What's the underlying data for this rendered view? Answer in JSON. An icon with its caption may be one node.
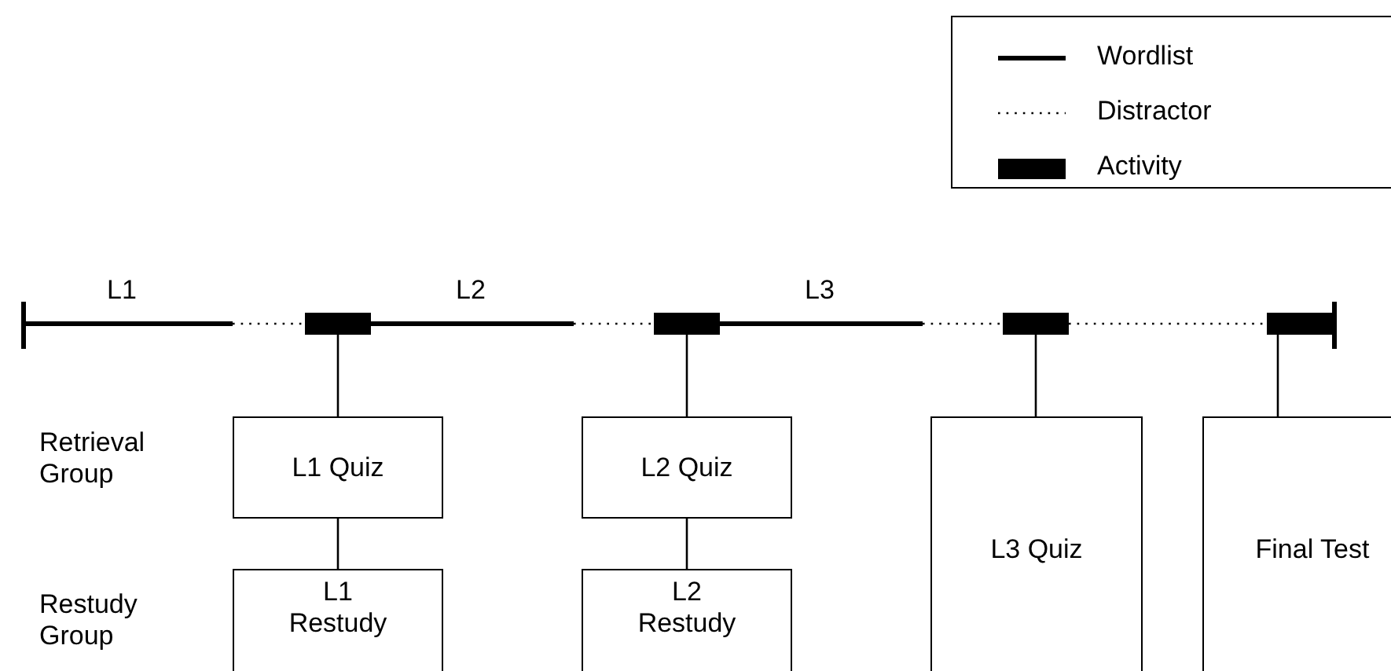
{
  "diagram": {
    "nodes": [
      {
        "text": [],
        "shape": "bar"
      },
      {
        "text": [],
        "shape": "bar"
      },
      {
        "text": [],
        "shape": "bar"
      },
      {
        "text": [],
        "shape": "bar"
      },
      {
        "text": [
          "L1 Quiz"
        ]
      },
      {
        "text": [
          "L1 Restudy"
        ]
      },
      {
        "text": [
          "L2 Quiz"
        ]
      },
      {
        "text": [
          "L2 Restudy"
        ]
      },
      {
        "text": [
          "L3 Quiz"
        ]
      },
      {
        "text": [
          "Final Test"
        ]
      }
    ],
    "edges": [
      {
        "from": 0,
        "to": 4,
        "arrow": "none"
      },
      {
        "from": 4,
        "to": 5,
        "arrow": "none"
      },
      {
        "from": 1,
        "to": 6,
        "arrow": "none"
      },
      {
        "from": 6,
        "to": 7,
        "arrow": "none"
      },
      {
        "from": 2,
        "to": 8,
        "arrow": "none"
      },
      {
        "from": 3,
        "to": 9,
        "arrow": "none"
      }
    ],
    "labels": [
      "L1",
      "L2",
      "L3",
      "Retrieval Group",
      "Restudy Group"
    ],
    "legend": [
      {
        "text": "Wordlist"
      },
      {
        "text": "Distractor"
      },
      {
        "text": "Activity",
        "color": "#000000"
      }
    ]
  }
}
